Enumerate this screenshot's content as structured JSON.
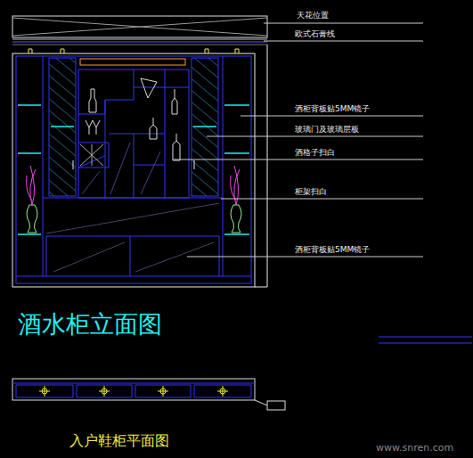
{
  "diagram": {
    "title": "酒水柜立面图",
    "labels": [
      "天花位置",
      "欧式石膏线",
      "酒柜背板贴5MM镜子",
      "玻璃门及玻璃层板",
      "酒格子扫白",
      "柜架扫白",
      "酒柜背板贴5MM镜子",
      "入户鞋柜平面图",
      "www.snren.com"
    ]
  }
}
